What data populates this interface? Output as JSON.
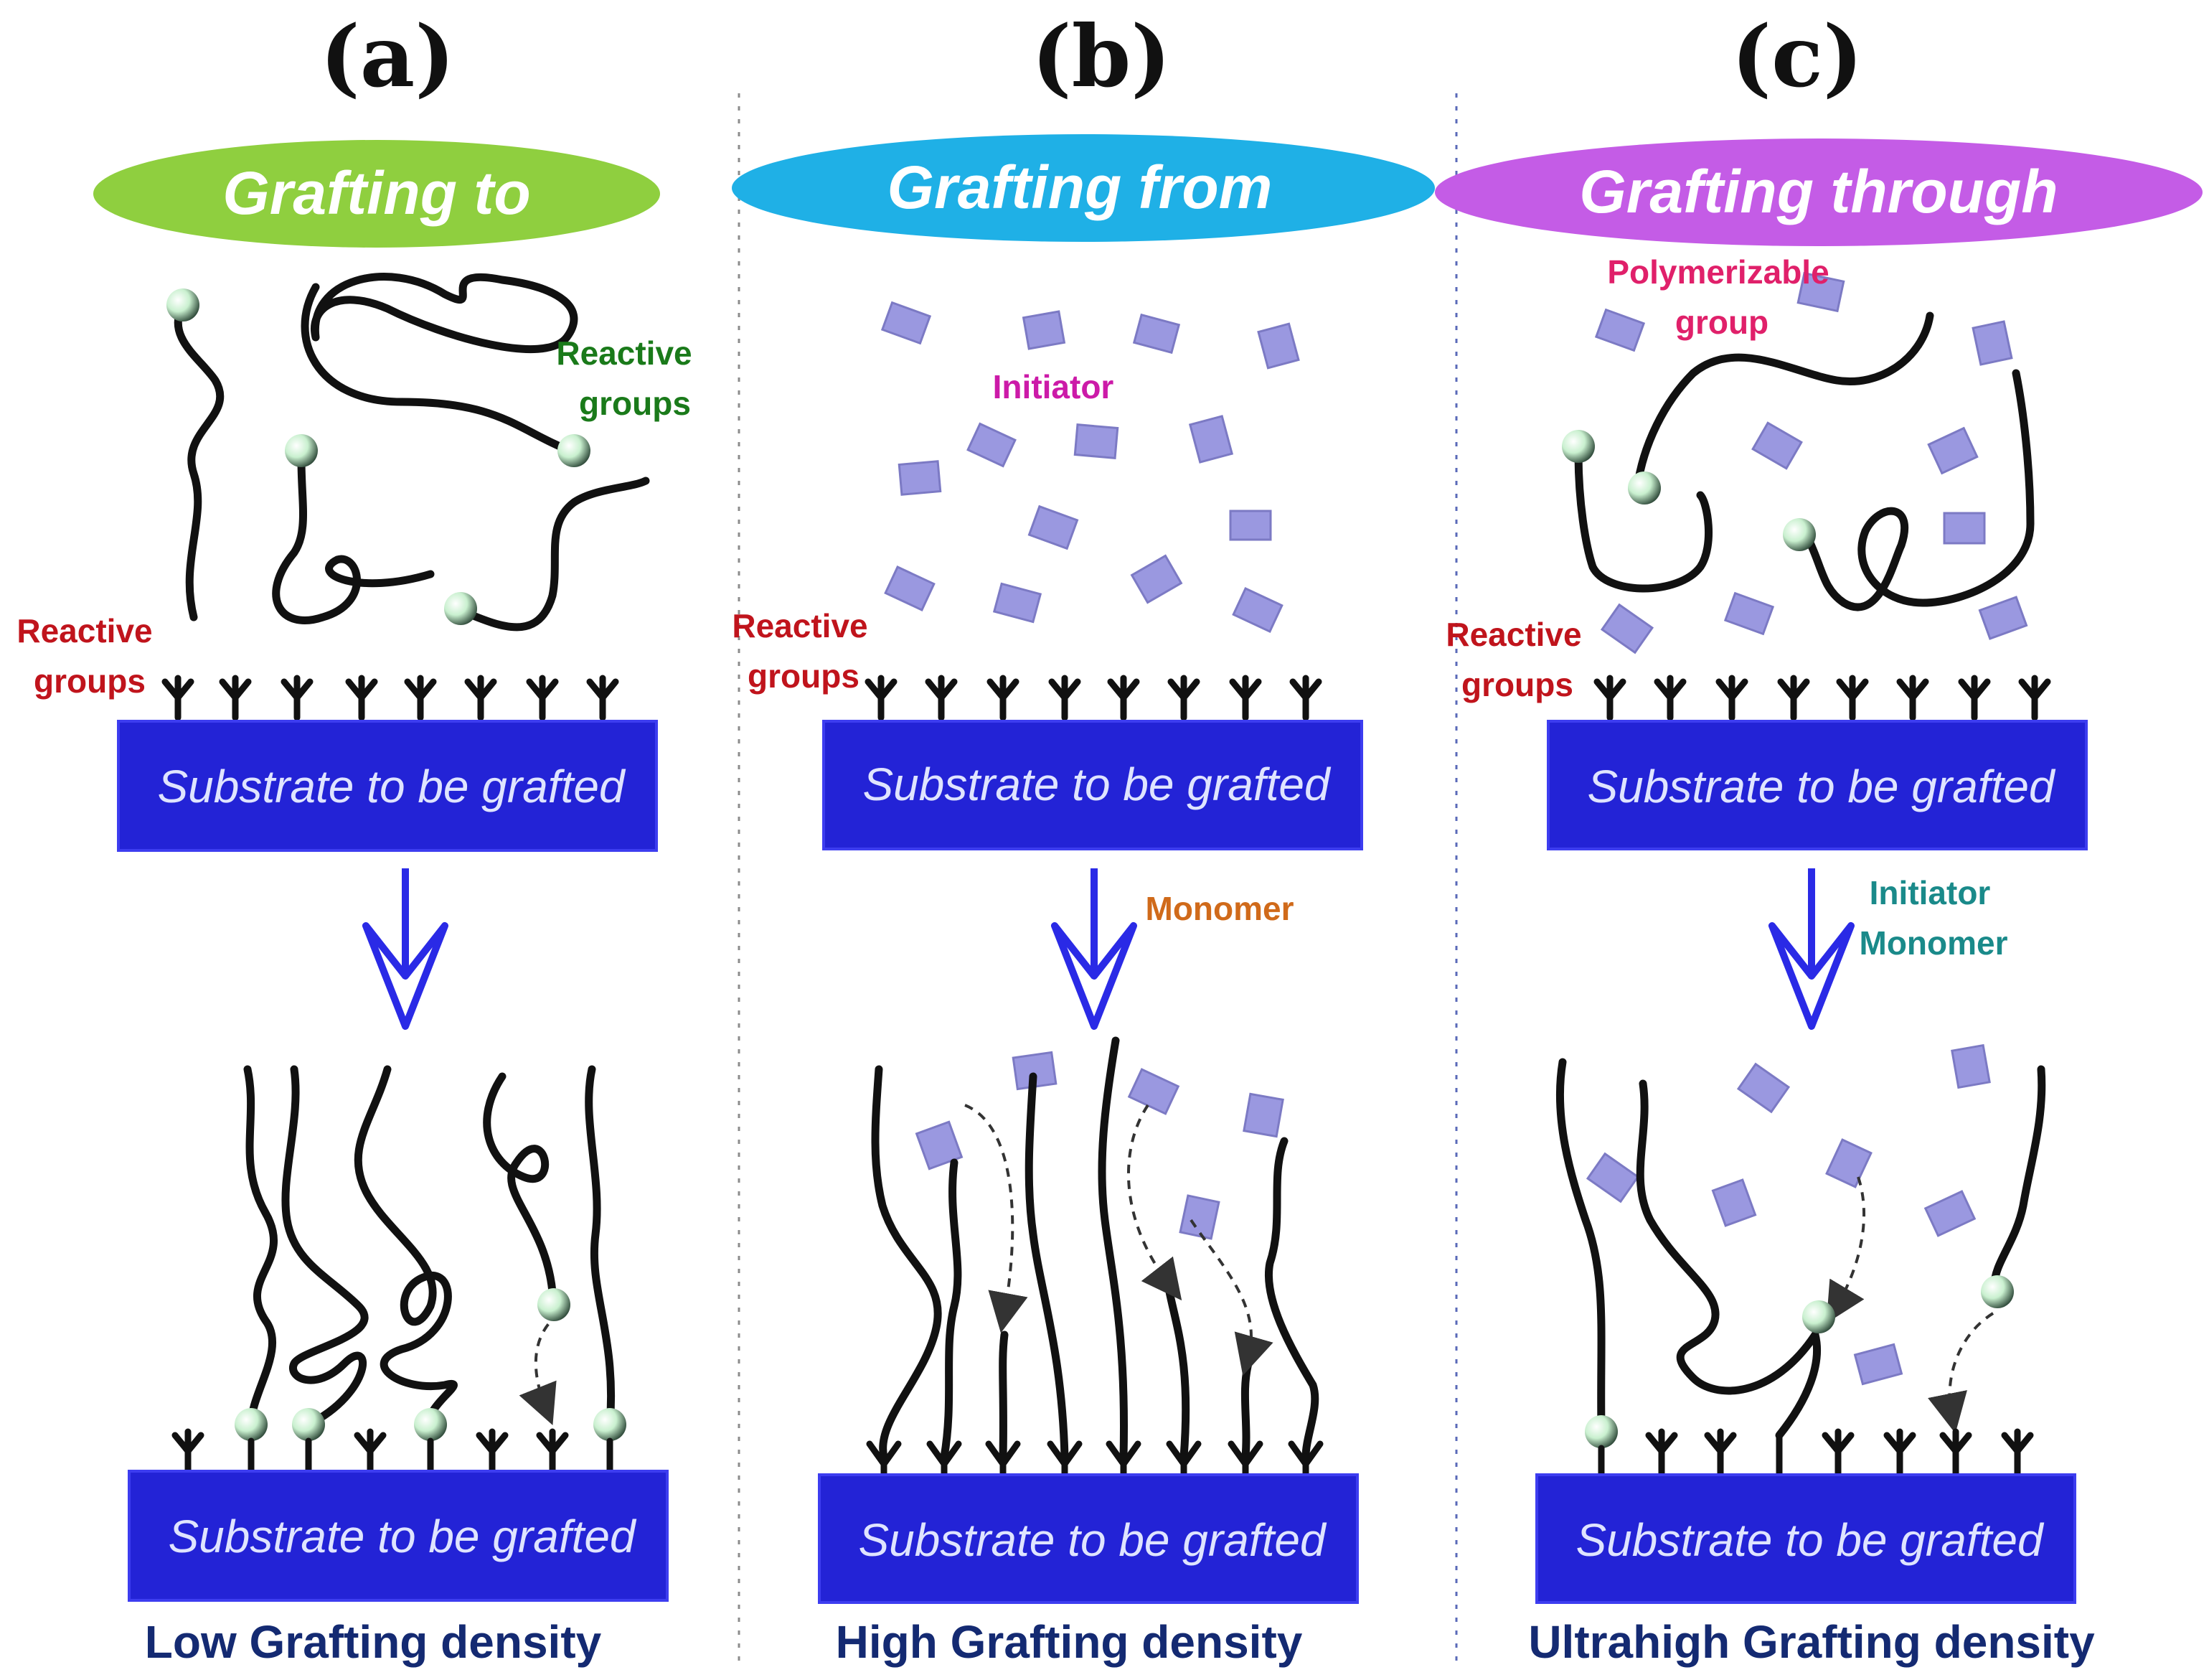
{
  "panels": [
    {
      "letter": "(a)",
      "method": "Grafting to",
      "method_color": "#8fcf3f",
      "substrate_top": "Substrate to be grafted",
      "substrate_bottom": "Substrate to be grafted",
      "notes": [
        "Reactive",
        "groups",
        "Reactive",
        "groups"
      ],
      "result": "Low Grafting density"
    },
    {
      "letter": "(b)",
      "method": "Grafting from",
      "method_color": "#1fb0e6",
      "substrate_top": "Substrate to be grafted",
      "substrate_bottom": "Substrate to be grafted",
      "notes": [
        "Initiator",
        "Reactive",
        "groups",
        "Monomer"
      ],
      "result": "High Grafting density"
    },
    {
      "letter": "(c)",
      "method": "Grafting through",
      "method_color": "#c45ce6",
      "substrate_top": "Substrate to be grafted",
      "substrate_bottom": "Substrate to be grafted",
      "notes": [
        "Polymerizable",
        "group",
        "Reactive",
        "groups",
        "Initiator",
        "Monomer"
      ],
      "result": "Ultrahigh Grafting density"
    }
  ],
  "colors": {
    "substrate": "#2323d6",
    "substrate_edge": "#3d3df0",
    "arrow": "#2a2ae6",
    "initiator": "#9a98e0",
    "bead": "#c9f0cf",
    "reactive_label": "#c0141c",
    "reactive_label_green": "#1a7a1a",
    "initiator_label": "#cc1aa8",
    "monomer_label": "#d06a1a",
    "polymerizable_label": "#e0206a",
    "teal_label": "#1a8a8a"
  }
}
